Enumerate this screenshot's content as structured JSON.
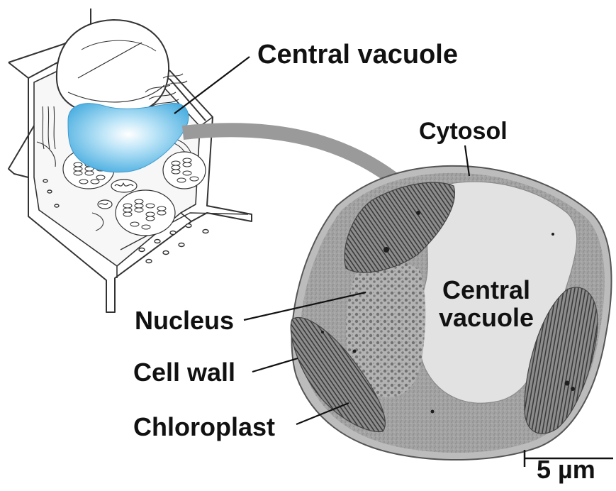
{
  "labels": {
    "central_vacuole_top": "Central vacuole",
    "cytosol": "Cytosol",
    "central_vacuole_em": "Central vacuole",
    "nucleus": "Nucleus",
    "cell_wall": "Cell wall",
    "chloroplast": "Chloroplast",
    "scale_bar": "5 µm"
  },
  "colors": {
    "vacuole_fill": "#7cc9ee",
    "arrow": "#9a9a9a",
    "em_cytoplasm": "#9c9c9c",
    "em_vacuole": "#e2e2e2",
    "line_art": "#333333"
  }
}
